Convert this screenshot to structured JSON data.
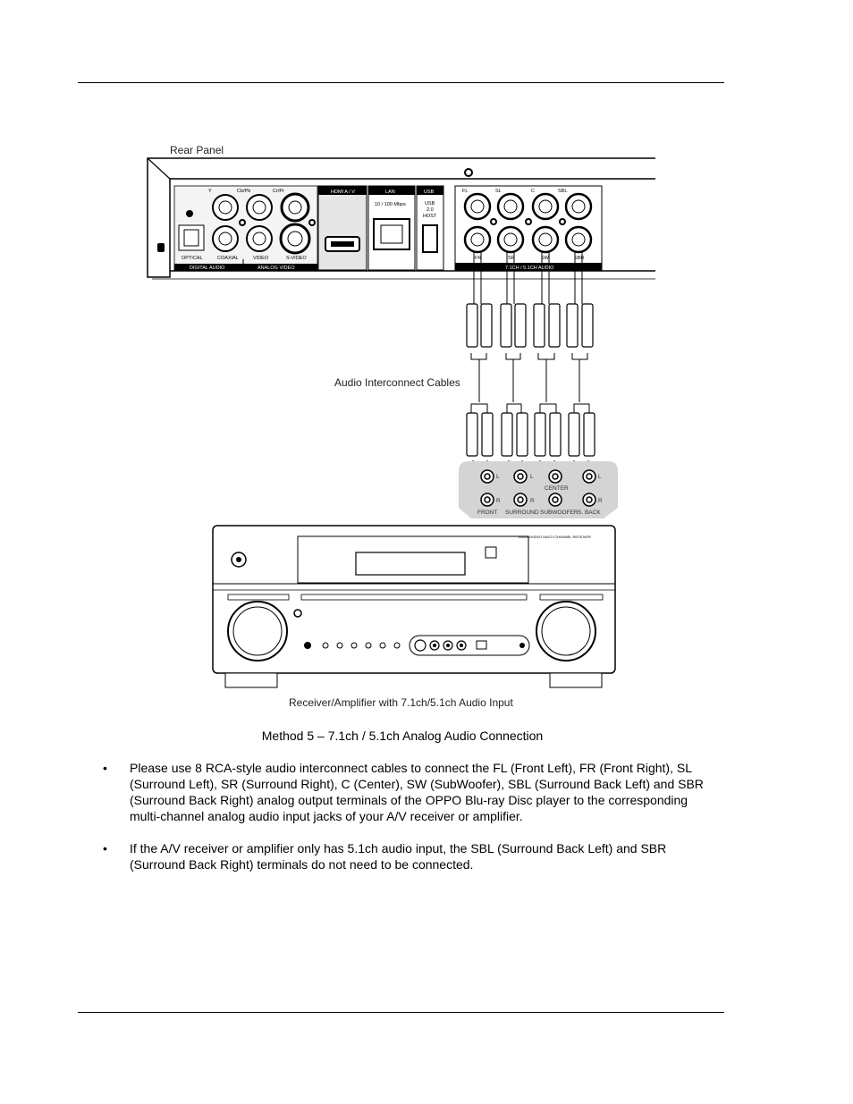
{
  "figure": {
    "rear_panel_label": "Rear Panel",
    "cables_label": "Audio Interconnect Cables",
    "receiver_label": "Receiver/Amplifier with 7.1ch/5.1ch Audio Input",
    "panel_labels": {
      "component": [
        "Y",
        "Cb/Pb",
        "Cr/Pr"
      ],
      "optical": "OPTICAL",
      "coaxial": "COAXIAL",
      "video": "VIDEO",
      "svideo": "S-VIDEO",
      "digital_audio": "DIGITAL AUDIO",
      "analog_video": "ANALOG VIDEO",
      "hdmi": "HDMI A / V",
      "lan": "LAN",
      "lan_speed": "10 / 100 Mbps",
      "usb": "USB",
      "usb_desc": [
        "USB",
        "2.0",
        "HOST"
      ],
      "top_channels": [
        "FL",
        "SL",
        "C",
        "SBL"
      ],
      "bottom_channels": [
        "FR",
        "SR",
        "SW",
        "SBR"
      ],
      "multichannel": "7.1CH / 5.1CH AUDIO"
    },
    "receiver_jacks": {
      "L": "L",
      "R": "R",
      "center": "CENTER",
      "front": "FRONT",
      "surround": "SURROUND",
      "subwoofer": "SUBWOOFER",
      "sback": "S. BACK",
      "badge": "AUDIO/VIDEO MULTI-CHANNEL RECEIVER"
    }
  },
  "caption": "Method 5 – 7.1ch / 5.1ch Analog Audio Connection",
  "bullets": [
    "Please use 8 RCA-style audio interconnect cables to connect the FL (Front Left), FR (Front Right), SL (Surround Left), SR (Surround Right), C (Center), SW (SubWoofer), SBL (Surround Back Left) and SBR (Surround Back Right) analog output terminals of the OPPO Blu-ray Disc player to the corresponding multi-channel analog audio input jacks of your A/V receiver or amplifier.",
    "If the A/V receiver or amplifier only has 5.1ch audio input, the SBL (Surround Back Left) and SBR (Surround Back Right) terminals do not need to be connected."
  ],
  "bullet_glyph": "•"
}
